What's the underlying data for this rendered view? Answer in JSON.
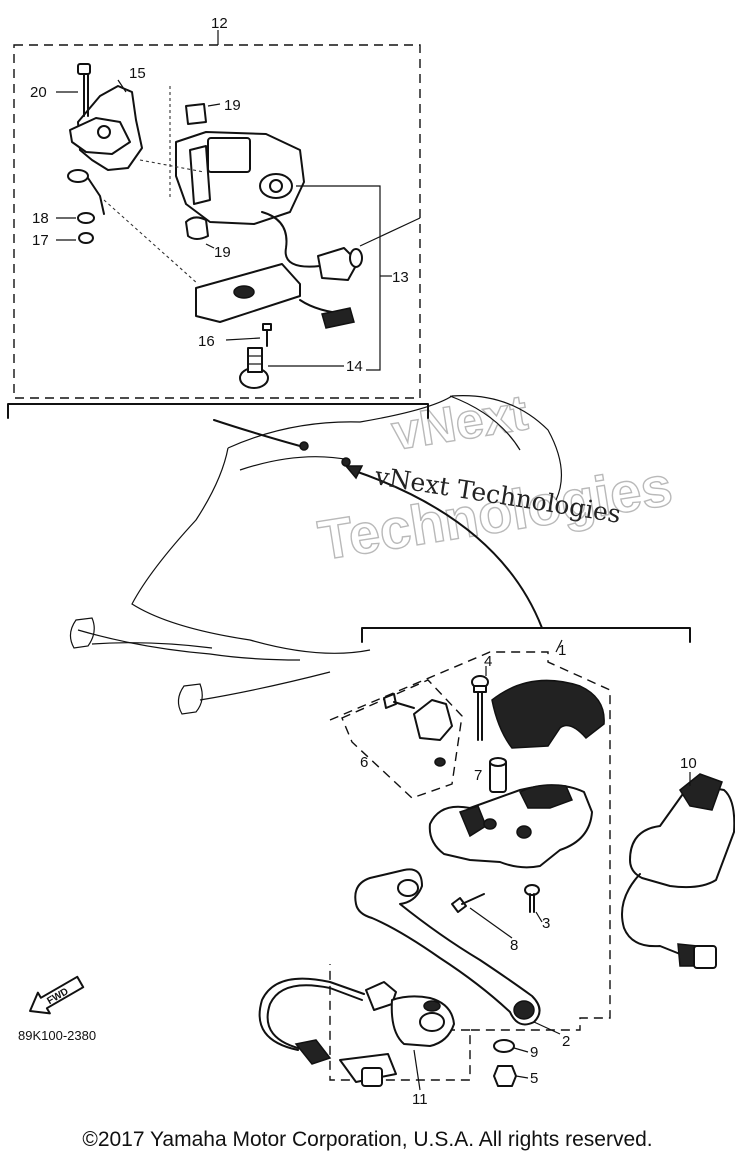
{
  "callouts": {
    "n1": "1",
    "n2": "2",
    "n3": "3",
    "n4": "4",
    "n5": "5",
    "n6": "6",
    "n7": "7",
    "n8": "8",
    "n9": "9",
    "n10": "10",
    "n11": "11",
    "n12": "12",
    "n13": "13",
    "n14": "14",
    "n15": "15",
    "n16": "16",
    "n17": "17",
    "n18": "18",
    "n19a": "19",
    "n19b": "19",
    "n20": "20"
  },
  "fwd_arrow_label": "FWD",
  "reference_code": "89K100-2380",
  "watermark": {
    "outline_line1": "vNext",
    "outline_line2": "Technologies",
    "inline_text": "vNext Technologies"
  },
  "copyright": "©2017 Yamaha Motor Corporation, U.S.A. All rights reserved."
}
